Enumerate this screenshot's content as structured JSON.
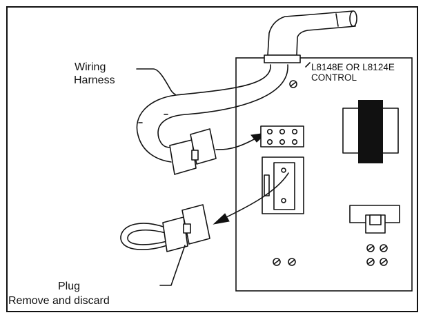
{
  "labels": {
    "wiring_line1": "Wiring",
    "wiring_line2": "Harness",
    "control_line1": "L8148E OR L8124E",
    "control_line2": "CONTROL",
    "plug_line1": "Plug",
    "plug_line2": "Remove and discard"
  }
}
